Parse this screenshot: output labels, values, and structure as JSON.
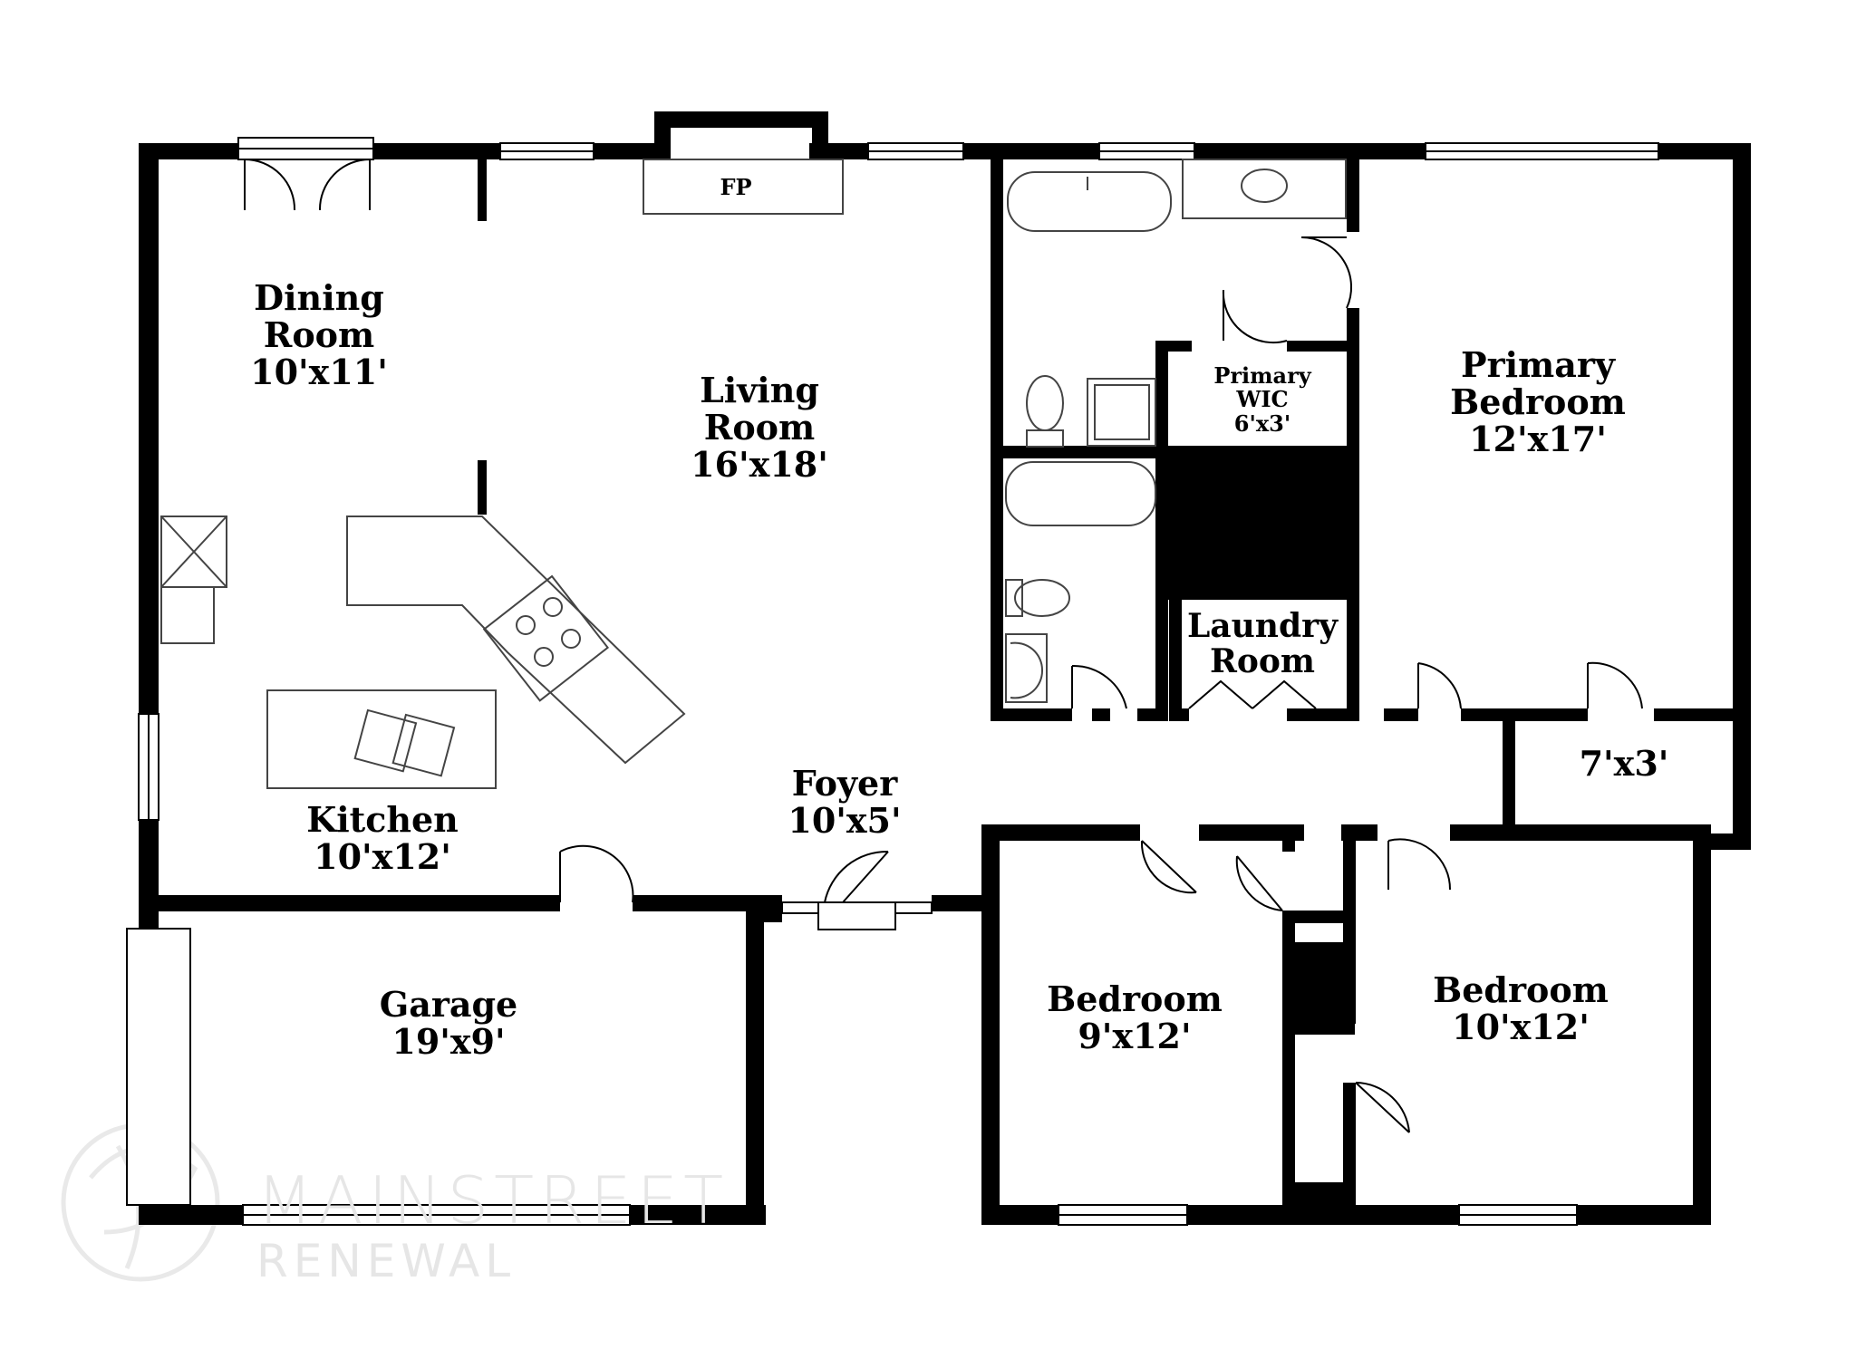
{
  "rooms": {
    "dining": {
      "name": [
        "Dining",
        "Room"
      ],
      "size": "10'x11'"
    },
    "living": {
      "name": [
        "Living",
        "Room"
      ],
      "size": "16'x18'"
    },
    "kitchen": {
      "name": [
        "Kitchen"
      ],
      "size": "10'x12'"
    },
    "garage": {
      "name": [
        "Garage"
      ],
      "size": "19'x9'"
    },
    "foyer": {
      "name": [
        "Foyer"
      ],
      "size": "10'x5'"
    },
    "primary_wic": {
      "name": [
        "Primary",
        "WIC"
      ],
      "size": "6'x3'"
    },
    "primary_bedroom": {
      "name": [
        "Primary",
        "Bedroom"
      ],
      "size": "12'x17'"
    },
    "laundry": {
      "name": [
        "Laundry",
        "Room"
      ]
    },
    "closet": {
      "size": "7'x3'"
    },
    "bedroom_a": {
      "name": [
        "Bedroom"
      ],
      "size": "9'x12'"
    },
    "bedroom_b": {
      "name": [
        "Bedroom"
      ],
      "size": "10'x12'"
    }
  },
  "fireplace": {
    "label": "FP"
  },
  "watermark": {
    "brand": "MAINSTREET",
    "sub": "RENEWAL"
  },
  "colors": {
    "wall": "#000000",
    "fixture_stroke": "#444444",
    "watermark": "#e6e6e6",
    "background": "#ffffff"
  }
}
